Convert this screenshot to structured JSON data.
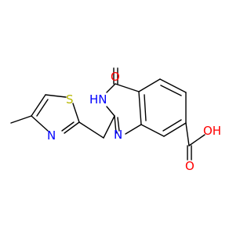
{
  "colors": {
    "background": "#ffffff",
    "bond": "#000000",
    "oxygen": "#ff0000",
    "nitrogen": "#0000ff",
    "sulfur": "#b8b800"
  },
  "molecule": {
    "labels": {
      "carbonyl_oxygen": "O",
      "nh_nitrogen": "HN",
      "ring_nitrogen": "N",
      "thiazole_sulfur": "S",
      "thiazole_nitrogen": "N",
      "carboxyl_oxygen_double": "O",
      "carboxyl_oh": "OH"
    }
  }
}
